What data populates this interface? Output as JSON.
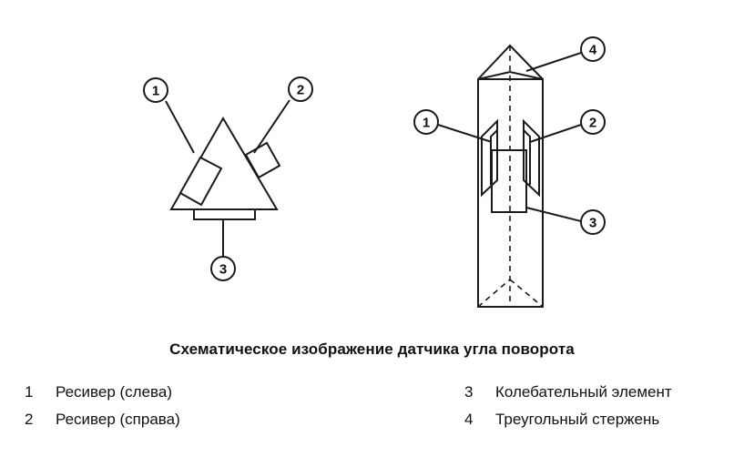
{
  "caption": "Схематическое изображение датчика угла поворота",
  "callouts": {
    "left_view": [
      "1",
      "2",
      "3"
    ],
    "right_view": [
      "1",
      "2",
      "3",
      "4"
    ]
  },
  "legend": [
    {
      "number": "1",
      "text": "Ресивер (слева)"
    },
    {
      "number": "2",
      "text": "Ресивер (справа)"
    },
    {
      "number": "3",
      "text": "Колебательный элемент"
    },
    {
      "number": "4",
      "text": "Треугольный стержень"
    }
  ]
}
